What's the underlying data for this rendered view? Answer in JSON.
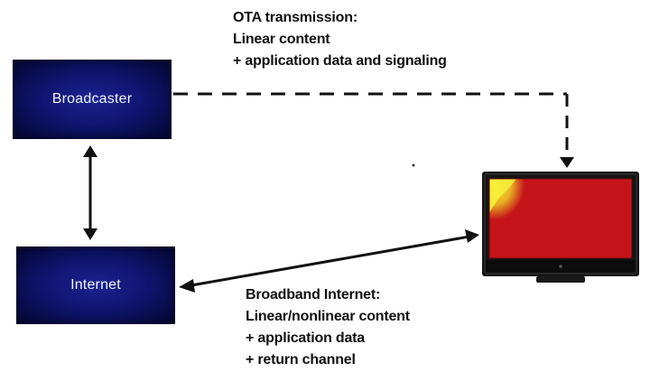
{
  "nodes": {
    "broadcaster": "Broadcaster",
    "internet": "Internet"
  },
  "ota": {
    "lines": [
      "OTA transmission:",
      "Linear content",
      "+ application data and signaling"
    ]
  },
  "broadband": {
    "lines": [
      "Broadband Internet:",
      "Linear/nonlinear content",
      "+ application data",
      "+ return channel"
    ]
  },
  "colors": {
    "box_fill": "#0f1570",
    "box_text": "#f2f2ff",
    "arrow": "#111111",
    "tv_screen_red": "#c4141a",
    "tv_screen_yellow": "#f2e62a",
    "tv_frame": "#141414"
  },
  "icons": {
    "tv": "television-icon"
  }
}
